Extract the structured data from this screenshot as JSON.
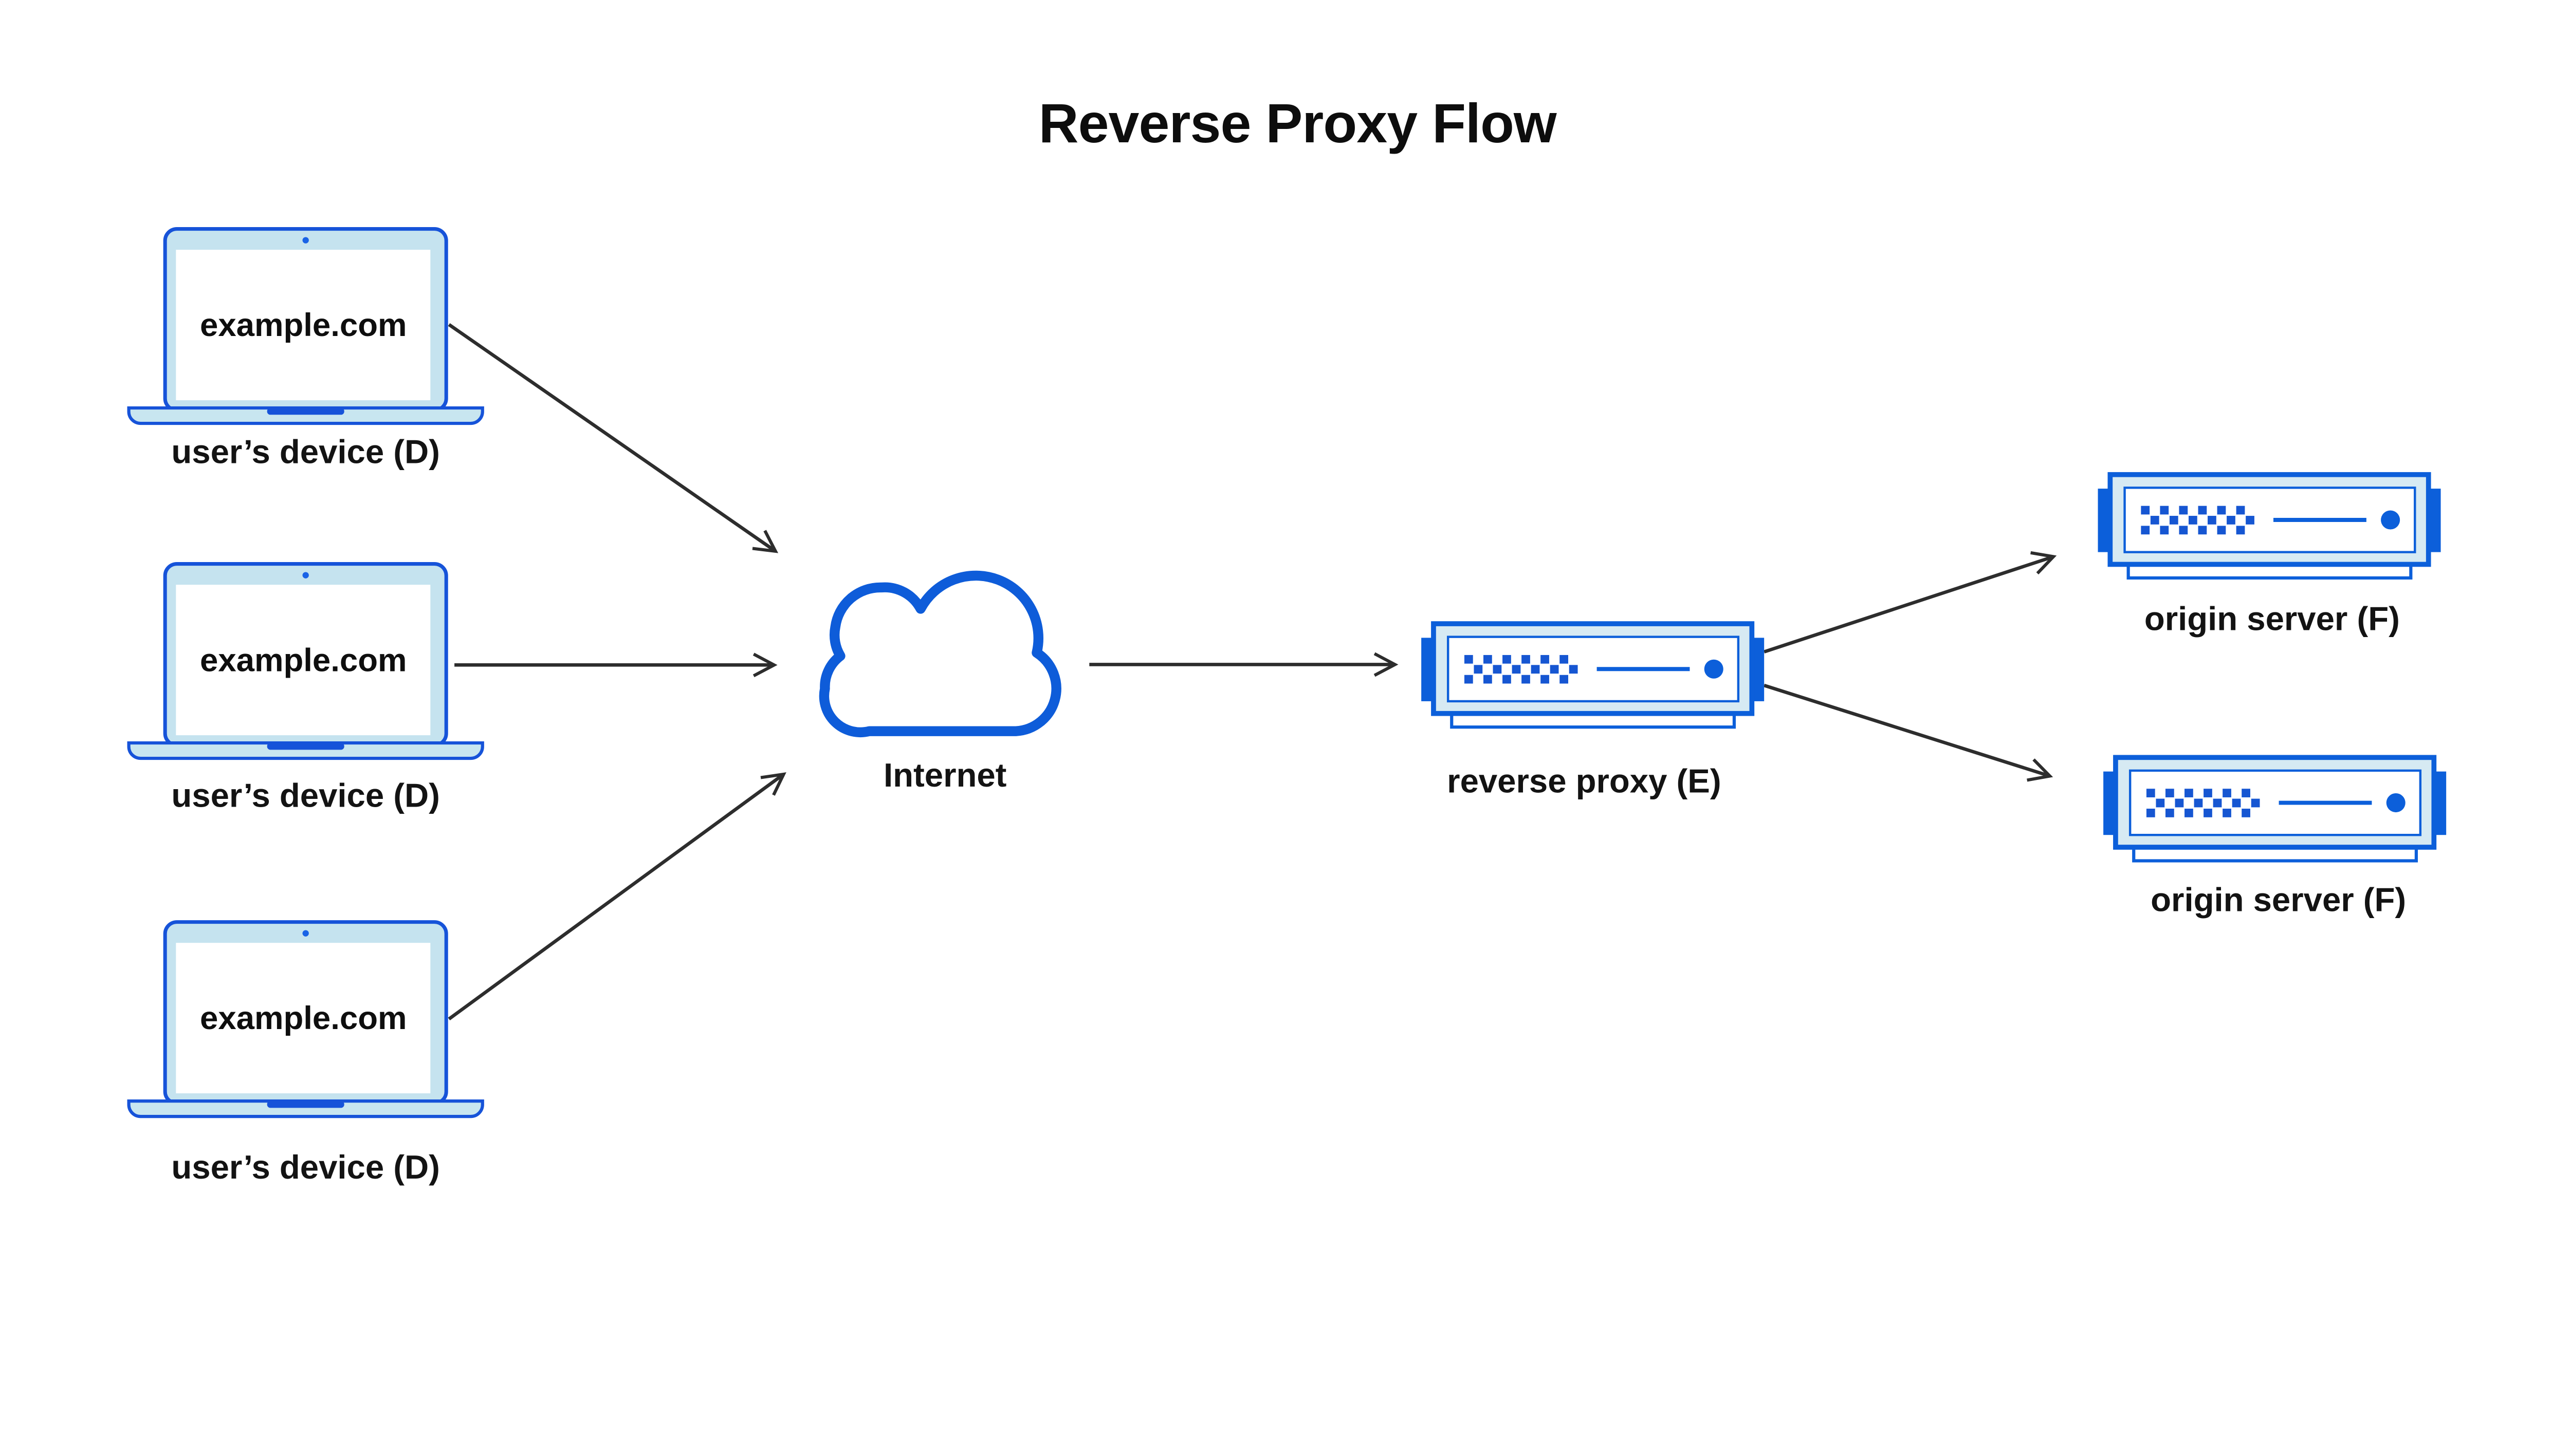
{
  "title": "Reverse Proxy Flow",
  "nodes": {
    "device1": {
      "screen_text": "example.com",
      "label": "user’s device (D)"
    },
    "device2": {
      "screen_text": "example.com",
      "label": "user’s device (D)"
    },
    "device3": {
      "screen_text": "example.com",
      "label": "user’s device (D)"
    },
    "internet": {
      "label": "Internet"
    },
    "proxy": {
      "label": "reverse proxy (E)"
    },
    "origin1": {
      "label": "origin server (F)"
    },
    "origin2": {
      "label": "origin server (F)"
    }
  },
  "edges": [
    {
      "from": "device1",
      "to": "internet"
    },
    {
      "from": "device2",
      "to": "internet"
    },
    {
      "from": "device3",
      "to": "internet"
    },
    {
      "from": "internet",
      "to": "proxy"
    },
    {
      "from": "proxy",
      "to": "origin1"
    },
    {
      "from": "proxy",
      "to": "origin2"
    }
  ],
  "colors": {
    "device_outline": "#1653d9",
    "server_outline": "#0c5fda",
    "cloud_outline": "#0e5cd9",
    "laptop_panel_fill": "#c5e3ef",
    "server_panel_fill": "#d6eaf3",
    "accent_square": "#1656d2",
    "arrow": "#2d2d2d",
    "text": "#111111",
    "background": "#ffffff"
  }
}
